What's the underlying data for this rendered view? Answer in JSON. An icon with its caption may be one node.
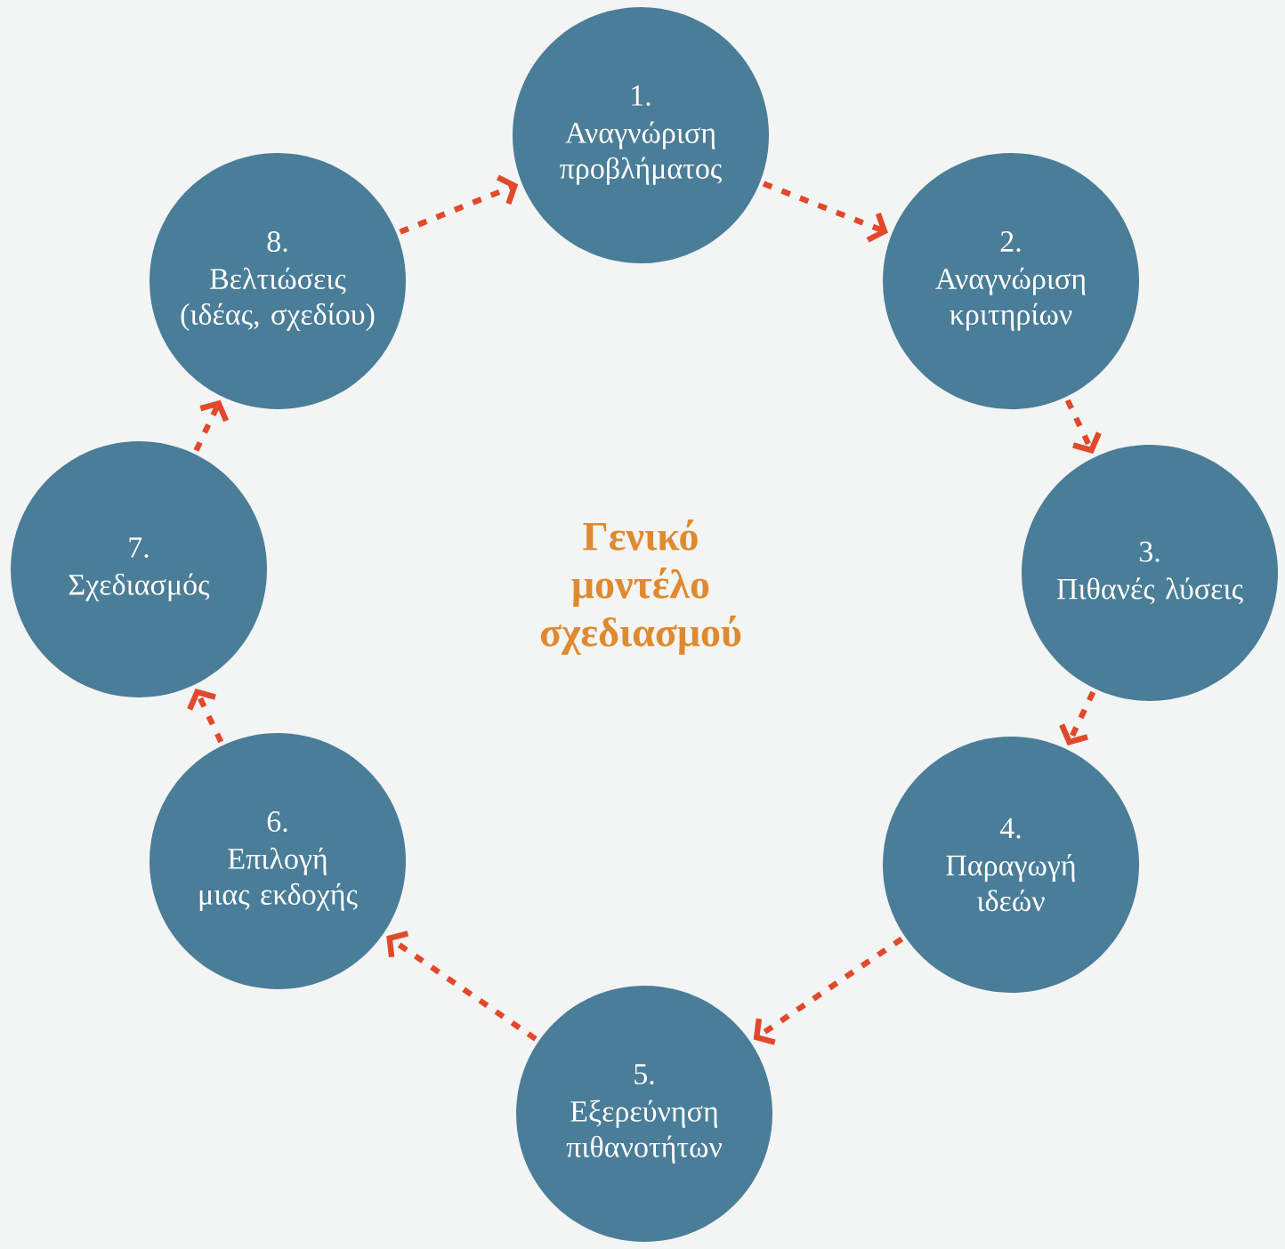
{
  "diagram": {
    "nodes": [
      {
        "text": [
          "1.",
          "Αναγνώριση προβλήματος"
        ]
      },
      {
        "text": [
          "2.",
          "Αναγνώριση κριτηρίων"
        ]
      },
      {
        "text": [
          "3.",
          "Πιθανές λύσεις"
        ]
      },
      {
        "text": [
          "4.",
          "Παραγωγή ιδεών"
        ]
      },
      {
        "text": [
          "5.",
          "Εξερεύνηση πιθανοτήτων"
        ]
      },
      {
        "text": [
          "6.",
          "Επιλογή μιας εκδοχής"
        ]
      },
      {
        "text": [
          "7.",
          "Σχεδιασμός"
        ]
      },
      {
        "text": [
          "8.",
          "Βελτιώσεις (ιδέας, σχεδίου)"
        ]
      }
    ],
    "edges": [
      {
        "from": 0,
        "to": 1,
        "arrow": "to",
        "style": "dashed"
      },
      {
        "from": 1,
        "to": 2,
        "arrow": "to",
        "style": "dashed"
      },
      {
        "from": 2,
        "to": 3,
        "arrow": "to",
        "style": "dashed"
      },
      {
        "from": 3,
        "to": 4,
        "arrow": "to",
        "style": "dashed"
      },
      {
        "from": 4,
        "to": 5,
        "arrow": "to",
        "style": "dashed"
      },
      {
        "from": 5,
        "to": 6,
        "arrow": "to",
        "style": "dashed"
      },
      {
        "from": 6,
        "to": 7,
        "arrow": "to",
        "style": "dashed"
      },
      {
        "from": 7,
        "to": 0,
        "arrow": "to",
        "style": "dashed"
      }
    ],
    "labels": [
      "Γενικό μοντέλο σχεδιασμού"
    ]
  }
}
